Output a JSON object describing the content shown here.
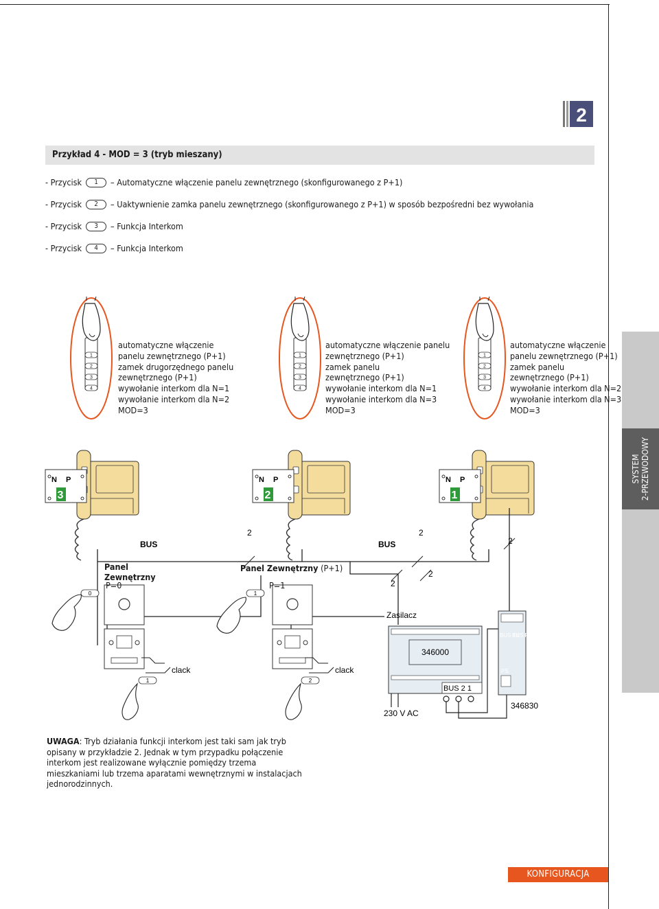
{
  "badge": {
    "number": "2"
  },
  "title": "Przykład 4 - MOD = 3 (tryb mieszany)",
  "buttons": [
    {
      "prefix": "- Przycisk",
      "num": "1",
      "text": "– Automatyczne włączenie panelu zewnętrznego (skonfigurowanego z P+1)"
    },
    {
      "prefix": "- Przycisk",
      "num": "2",
      "text": "– Uaktywnienie zamka panelu zewnętrznego (skonfigurowanego z P+1) w sposób bezpośredni bez wywołania"
    },
    {
      "prefix": "- Przycisk",
      "num": "3",
      "text": "– Funkcja Interkom"
    },
    {
      "prefix": "- Przycisk",
      "num": "4",
      "text": "– Funkcja Interkom"
    }
  ],
  "keypad_numbers": [
    "1",
    "2",
    "3",
    "4"
  ],
  "handsets": [
    {
      "lines": [
        "automatyczne włączenie",
        "panelu zewnętrznego (P+1)",
        "zamek drugorzędnego panelu",
        "zewnętrznego (P+1)",
        "wywołanie interkom dla N=1",
        "wywołanie interkom dla N=2",
        "MOD=3"
      ]
    },
    {
      "lines": [
        "automatyczne włączenie panelu",
        "zewnętrznego (P+1)",
        "zamek panelu",
        "zewnętrznego (P+1)",
        "wywołanie interkom dla N=1",
        "wywołanie interkom dla N=3",
        "MOD=3"
      ]
    },
    {
      "lines": [
        "automatyczne włączenie",
        "panelu zewnętrznego (P+1)",
        "zamek panelu",
        "zewnętrznego (P+1)",
        "wywołanie interkom dla N=2",
        "wywołanie interkom dla N=3",
        "MOD=3"
      ]
    }
  ],
  "configurators": [
    {
      "n": "N",
      "p": "P",
      "value": "3"
    },
    {
      "n": "N",
      "p": "P",
      "value": "2"
    },
    {
      "n": "N",
      "p": "P",
      "value": "1"
    }
  ],
  "wiring": {
    "bus1": "BUS",
    "bus2": "BUS",
    "two_labels": [
      "2",
      "2",
      "2",
      "2",
      "2"
    ]
  },
  "panels": {
    "panel1_title_line1": "Panel",
    "panel1_title_line2": "Zewnętrzny",
    "panel1_p": "P=0",
    "panel2_title_bold": "Panel Zewnętrzny",
    "panel2_title_suffix": "(P+1)",
    "panel2_p": "P=1",
    "panel1_button": "0",
    "panel2_button": "1",
    "lock_button_1": "1",
    "lock_button_2": "2",
    "clack1": "clack",
    "clack2": "clack"
  },
  "power": {
    "label": "Zasilacz",
    "model": "346000",
    "terminal_labels": "BUS  2  1",
    "mains": "230 V AC"
  },
  "interface": {
    "bus_tk": "BUS TK",
    "bus_pi": "BUS PI",
    "ps": "PS",
    "model": "346830"
  },
  "note": {
    "label": "UWAGA",
    "text": ": Tryb działania funkcji interkom jest taki sam jak tryb opisany w przykładzie 2. Jednak w tym przypadku połączenie interkom jest realizowane wyłącznie pomiędzy trzema mieszkaniami lub trzema aparatami wewnętrznymi w instalacjach jednorodzinnych."
  },
  "sidebar": {
    "line1": "SYSTEM",
    "line2": "2-PRZEWODOWY"
  },
  "footer": "KONFIGURACJA",
  "colors": {
    "orange": "#e8561f",
    "green": "#2e9a3a",
    "handset": "#f3dc9c",
    "grey": "#c9c9c9"
  }
}
